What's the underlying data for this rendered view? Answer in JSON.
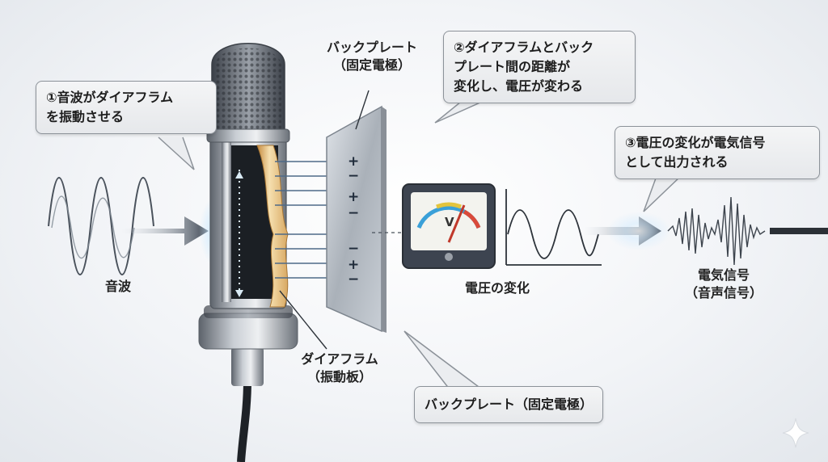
{
  "callouts": {
    "step1": "①音波がダイアフラム\nを振動させる",
    "step2": "②ダイアフラムとバック\nプレート間の距離が\n変化し、電圧が変わる",
    "step3": "③電圧の変化が電気信号\nとして出力される",
    "backplate_bottom": "バックプレート（固定電極）"
  },
  "labels": {
    "backplate_top": "バックプレート\n（固定電極）",
    "sound_wave": "音波",
    "diaphragm": "ダイアフラム\n（振動板）",
    "voltage_change": "電圧の変化",
    "electric_signal": "電気信号\n（音声信号）"
  },
  "meter": {
    "symbol": "V"
  },
  "charge_signs": [
    "+",
    "−",
    "+",
    "−",
    "−",
    "+",
    "−"
  ],
  "colors": {
    "arrow": "#3d4652",
    "metal": "#8a9098",
    "diaphragm": "#d9a55c",
    "callout_border": "#8c9299"
  },
  "icons": {
    "watermark": "sparkle-icon"
  }
}
